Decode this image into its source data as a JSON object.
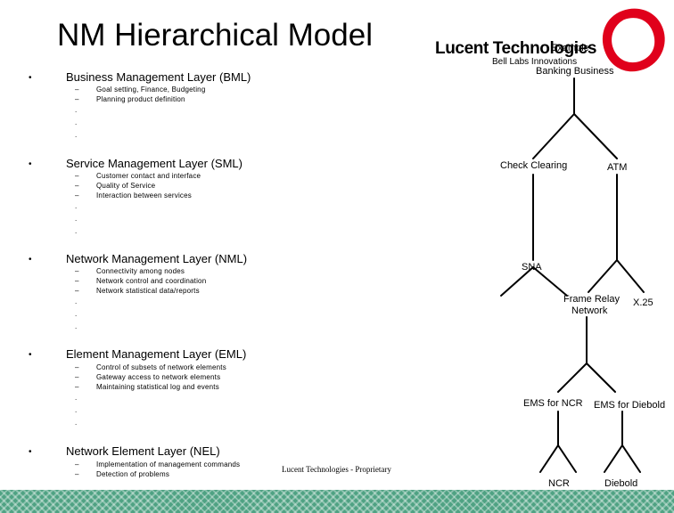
{
  "title": "NM Hierarchical Model",
  "logo": {
    "name": "Lucent Technologies",
    "tagline": "Bell Labs Innovations",
    "overlay": "Example",
    "colors": {
      "ring": "#e0001b"
    }
  },
  "layers": [
    {
      "bullet": "•",
      "name": "Business Management Layer (BML)",
      "items": [
        "Goal setting, Finance, Budgeting",
        "Planning product definition"
      ]
    },
    {
      "bullet": "•",
      "name": "Service Management Layer (SML)",
      "items": [
        "Customer contact and interface",
        "Quality of Service",
        "Interaction between services"
      ]
    },
    {
      "bullet": "•",
      "name": "Network  Management Layer (NML)",
      "items": [
        "Connectivity among nodes",
        "Network control and coordination",
        "Network statistical data/reports"
      ]
    },
    {
      "bullet": "•",
      "name": "Element Management Layer (EML)",
      "items": [
        "Control of subsets of network elements",
        "Gateway access to network elements",
        "Maintaining statistical log and events"
      ]
    },
    {
      "bullet": "•",
      "name": "Network Element  Layer (NEL)",
      "items": [
        "Implementation of management commands",
        "Detection of problems"
      ]
    }
  ],
  "dash": "–",
  "ellipsis_dot": ".",
  "tree": {
    "root": "Banking Business",
    "check_clearing": "Check Clearing",
    "atm": "ATM",
    "sna": "SNA",
    "frame_relay_line1": "Frame Relay",
    "frame_relay_line2": "Network",
    "x25": "X.25",
    "ems_ncr": "EMS  for NCR",
    "ems_diebold": "EMS for Diebold",
    "ncr": "NCR",
    "diebold": "Diebold"
  },
  "footer": {
    "text": "Lucent Technologies - Proprietary",
    "color": "#4fa283"
  }
}
